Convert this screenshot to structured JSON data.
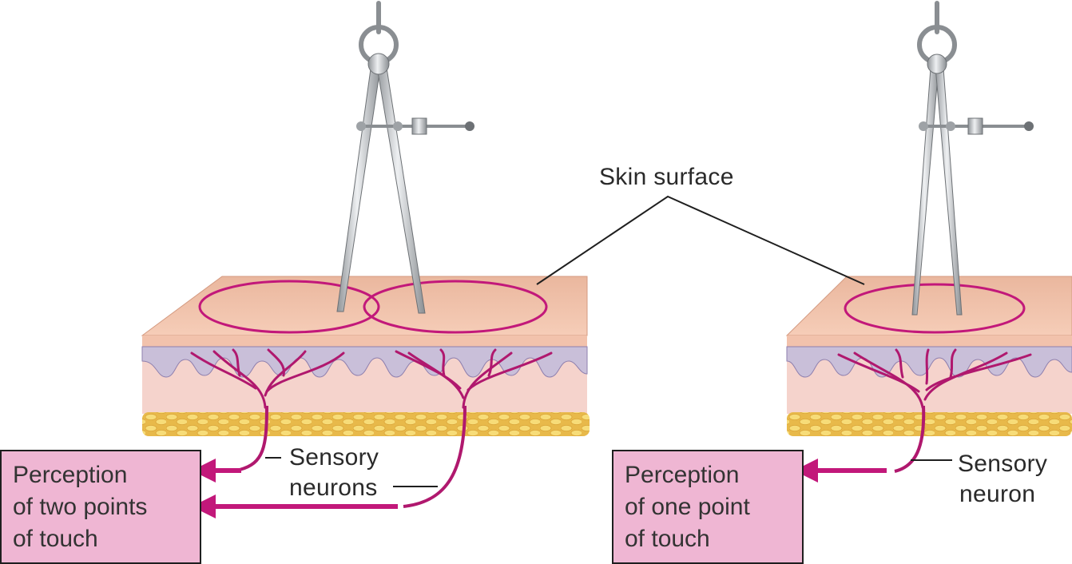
{
  "labels": {
    "skin_surface": "Skin surface",
    "sensory_neurons_line1": "Sensory",
    "sensory_neurons_line2": "neurons",
    "sensory_neuron_line1": "Sensory",
    "sensory_neuron_line2": "neuron"
  },
  "boxes": {
    "two_points": [
      "Perception",
      "of two points",
      "of touch"
    ],
    "one_point": [
      "Perception",
      "of one point",
      "of touch"
    ]
  },
  "colors": {
    "accent": "#c2187a",
    "box_fill": "#efb6d3",
    "epidermis": "#f3c6b0",
    "dermis": "#f5d3cc",
    "papillae": "#c9bfd9",
    "fat": "#f4d46a",
    "metal": "#b9bcc0",
    "leader": "#1f1f1f"
  },
  "icons": [
    "caliper-icon",
    "caliper-icon",
    "skin-block-icon",
    "skin-block-icon",
    "arrow-left-icon"
  ]
}
